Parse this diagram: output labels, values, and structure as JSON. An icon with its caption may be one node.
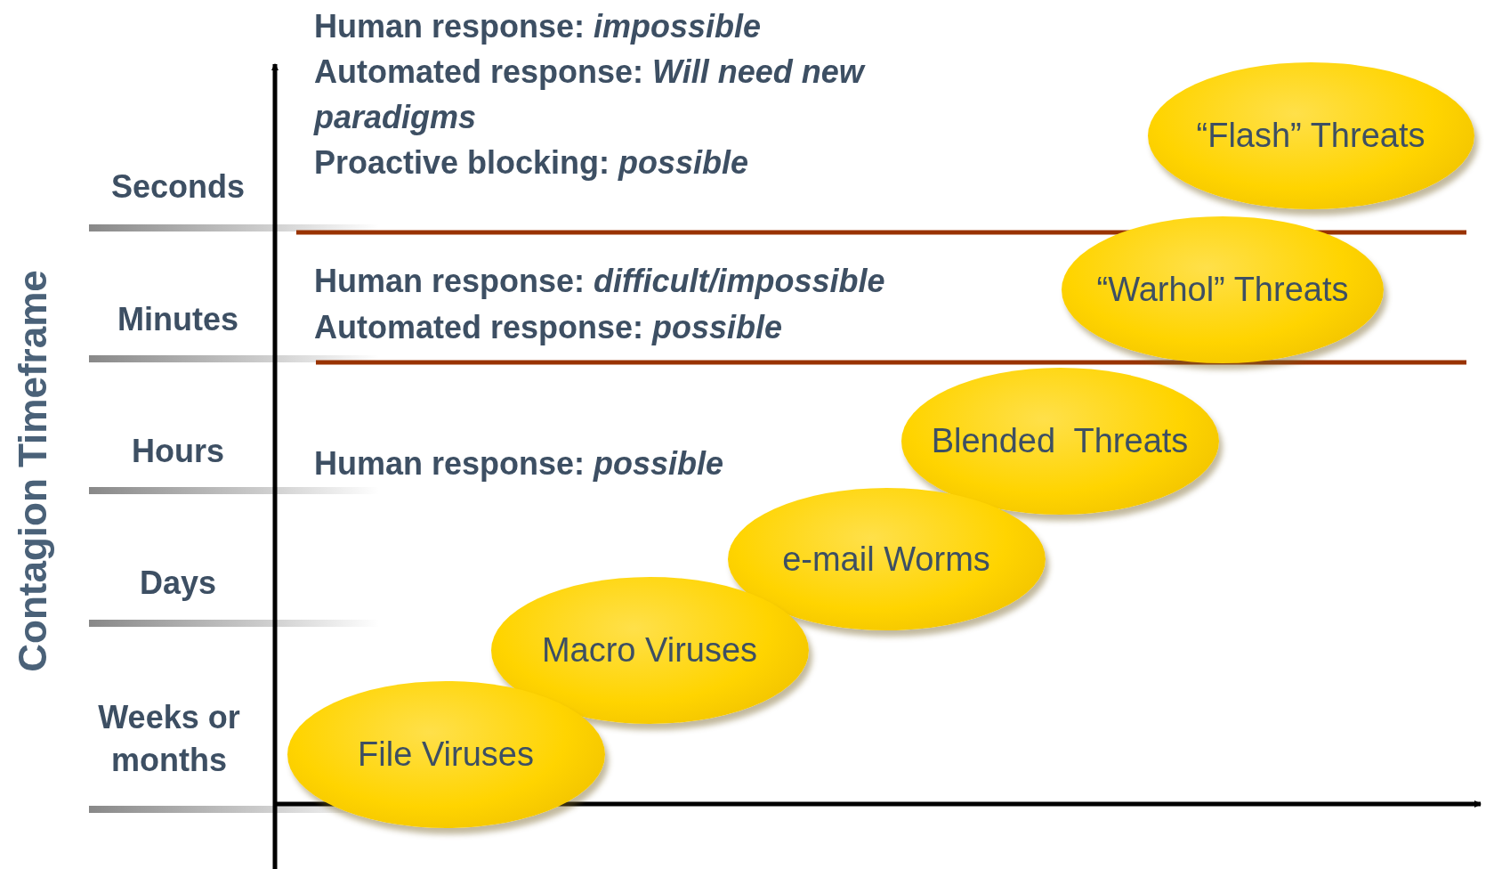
{
  "diagram": {
    "nodes": [
      {
        "text": [
          "“Flash” Threats"
        ]
      },
      {
        "text": [
          "“Warhol” Threats"
        ]
      },
      {
        "text": [
          "Blended  Threats"
        ]
      },
      {
        "text": [
          "e-mail Worms"
        ]
      },
      {
        "text": [
          "Macro Viruses"
        ]
      },
      {
        "text": [
          "File Viruses"
        ]
      }
    ],
    "edges": [],
    "labels": [
      "Human response: *impossible*",
      "Automated response: *Will need new paradigms*",
      "Proactive blocking: *possible*",
      "Seconds",
      "Human response: *difficult/impossible*",
      "Automated response: *possible*",
      "Minutes",
      "Hours",
      "Human response: *possible*",
      "Days",
      "Weeks or months",
      "Contagion Timeframe"
    ]
  }
}
